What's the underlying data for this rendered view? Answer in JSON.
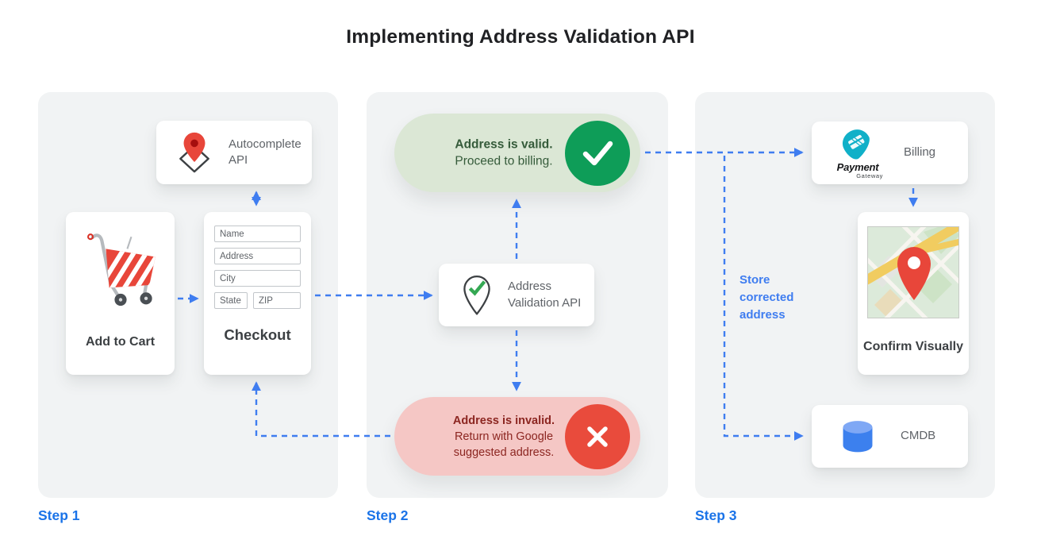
{
  "title": "Implementing Address Validation API",
  "colors": {
    "arrow_blue": "#3f7df0",
    "step_label_blue": "#1a73e8",
    "valid_green": "#0e9d58",
    "valid_pill_bg": "#dbe7d5",
    "invalid_red": "#e94b3c",
    "invalid_pill_bg": "#f5c7c5",
    "panel_gray": "#f1f3f4"
  },
  "step1": {
    "label": "Step 1",
    "autocomplete_card": {
      "title": "Autocomplete API",
      "icon": "map-pin-diamond-icon"
    },
    "add_to_cart_card": {
      "title": "Add to Cart",
      "icon": "shopping-cart-icon"
    },
    "checkout_card": {
      "title": "Checkout",
      "fields": {
        "name": "Name",
        "address": "Address",
        "city": "City",
        "state": "State",
        "zip": "ZIP"
      }
    }
  },
  "step2": {
    "label": "Step 2",
    "valid_pill": {
      "headline": "Address is valid.",
      "subline": "Proceed to billing.",
      "icon": "check-circle-icon"
    },
    "validation_card": {
      "title": "Address Validation API",
      "icon": "pin-check-icon"
    },
    "invalid_pill": {
      "headline": "Address is invalid.",
      "subline": "Return with Google suggested address.",
      "icon": "x-circle-icon"
    }
  },
  "step3": {
    "label": "Step 3",
    "billing_card": {
      "title": "Billing",
      "logo_name": "Payment",
      "logo_sub": "Gateway",
      "icon": "payment-gateway-logo"
    },
    "confirm_card": {
      "title": "Confirm Visually",
      "icon": "map-thumbnail"
    },
    "cmdb_card": {
      "title": "CMDB",
      "icon": "database-cylinder-icon"
    },
    "store_note": "Store corrected address"
  }
}
